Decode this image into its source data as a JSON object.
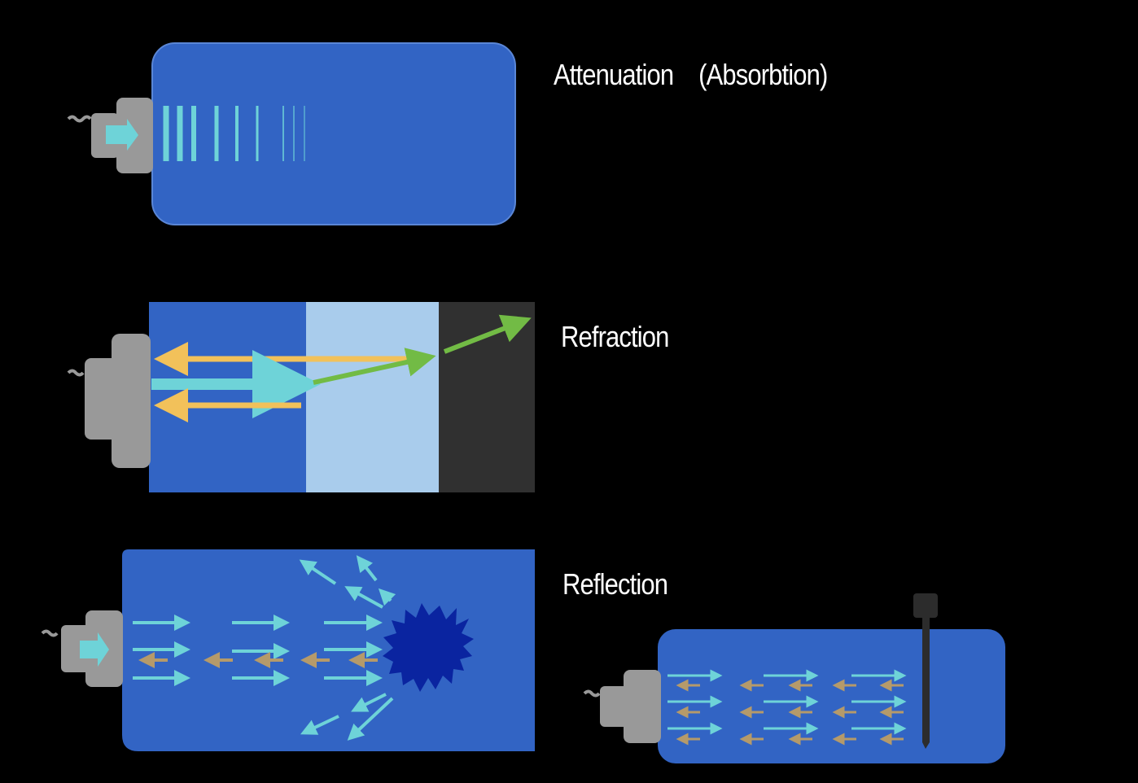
{
  "panels": [
    {
      "id": "attenuation",
      "title": "Attenuation    (Absorbtion)"
    },
    {
      "id": "refraction",
      "title": "Refraction"
    },
    {
      "id": "reflection",
      "title": "Reflection"
    }
  ],
  "colors": {
    "background": "#000000",
    "medium": "#3264c4",
    "medium_light": "#a9ccec",
    "medium_dark": "#303030",
    "transducer": "#999999",
    "wave": "#6ed3d8",
    "echo": "#f2c15a",
    "refracted": "#72bb45",
    "reflector": "#0a24a0",
    "small_echo": "#b59a6a"
  }
}
